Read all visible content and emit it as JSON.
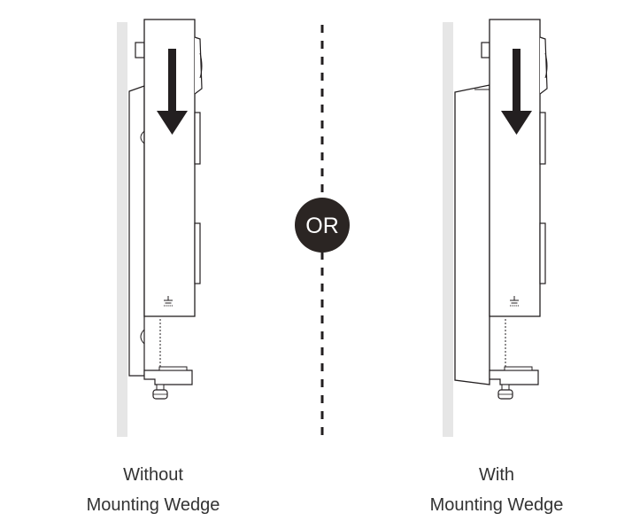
{
  "center_badge": {
    "label": "OR",
    "fill": "#2b2523",
    "text_color": "#ffffff"
  },
  "captions": {
    "left": {
      "line1": "Without",
      "line2": "Mounting Wedge"
    },
    "right": {
      "line1": "With",
      "line2": "Mounting Wedge"
    }
  },
  "colors": {
    "wall": "#e6e6e6",
    "outline": "#231f20",
    "arrow": "#231f20",
    "text": "#333333"
  },
  "icons": {
    "direction": "arrow-down-icon",
    "ground": "ground-symbol-icon",
    "screw": "screw-icon"
  }
}
